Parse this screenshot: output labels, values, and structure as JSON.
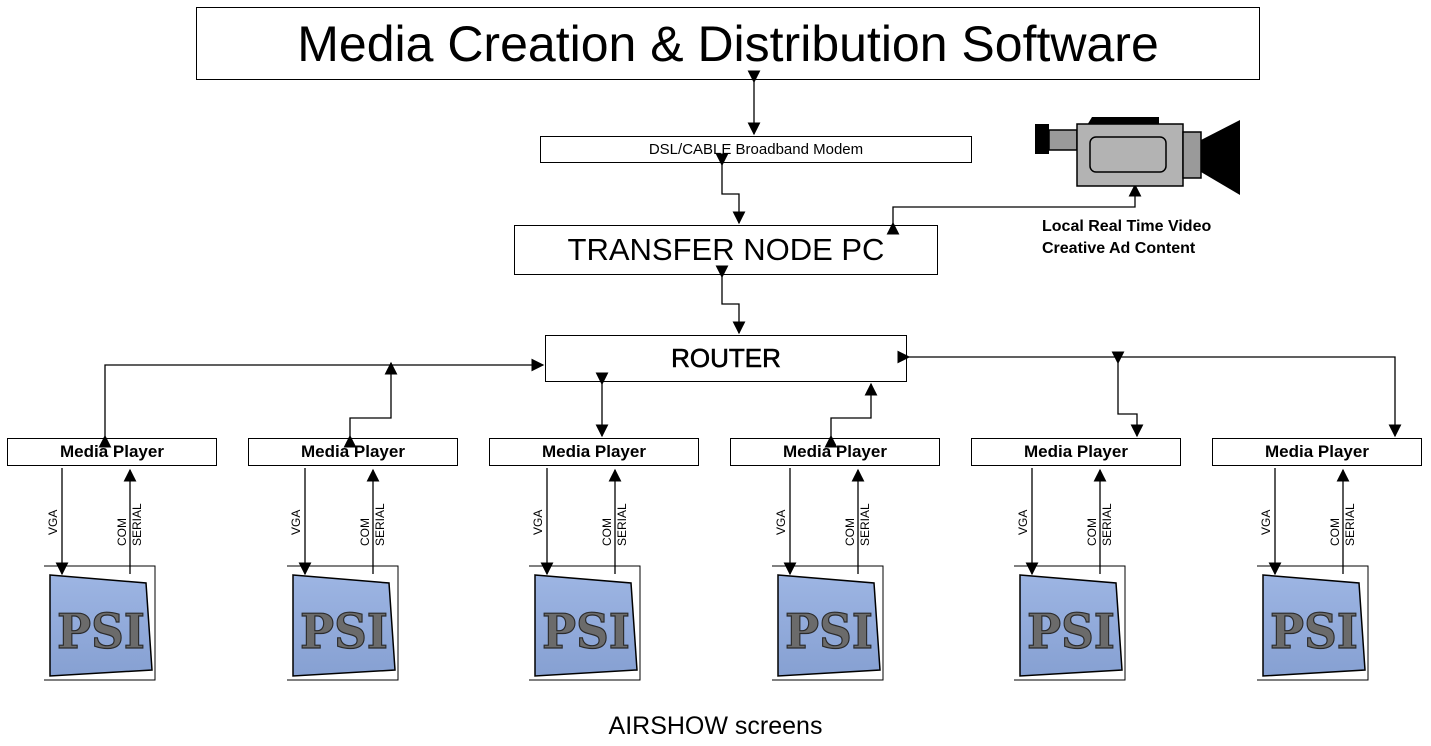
{
  "title": "Media Creation & Distribution Software",
  "modem": "DSL/CABLE Broadband Modem",
  "transfer_node": "TRANSFER NODE PC",
  "router": "ROUTER",
  "camera_caption": [
    "Local Real Time Video",
    "Creative Ad Content"
  ],
  "media_players": [
    {
      "label": "Media Player",
      "vga": "VGA",
      "com": "COM",
      "serial": "SERIAL",
      "screen": "PSI"
    },
    {
      "label": "Media Player",
      "vga": "VGA",
      "com": "COM",
      "serial": "SERIAL",
      "screen": "PSI"
    },
    {
      "label": "Media Player",
      "vga": "VGA",
      "com": "COM",
      "serial": "SERIAL",
      "screen": "PSI"
    },
    {
      "label": "Media Player",
      "vga": "VGA",
      "com": "COM",
      "serial": "SERIAL",
      "screen": "PSI"
    },
    {
      "label": "Media Player",
      "vga": "VGA",
      "com": "COM",
      "serial": "SERIAL",
      "screen": "PSI"
    },
    {
      "label": "Media Player",
      "vga": "VGA",
      "com": "COM",
      "serial": "SERIAL",
      "screen": "PSI"
    }
  ],
  "footer": "AIRSHOW screens",
  "colors": {
    "line": "#000000",
    "screen_fill": "#8fa9d9",
    "screen_text": "#6b6b6b",
    "camera_body": "#b3b3b3",
    "camera_dark": "#000000"
  },
  "icons": [
    "video-camera-icon",
    "psi-screen-icon"
  ]
}
